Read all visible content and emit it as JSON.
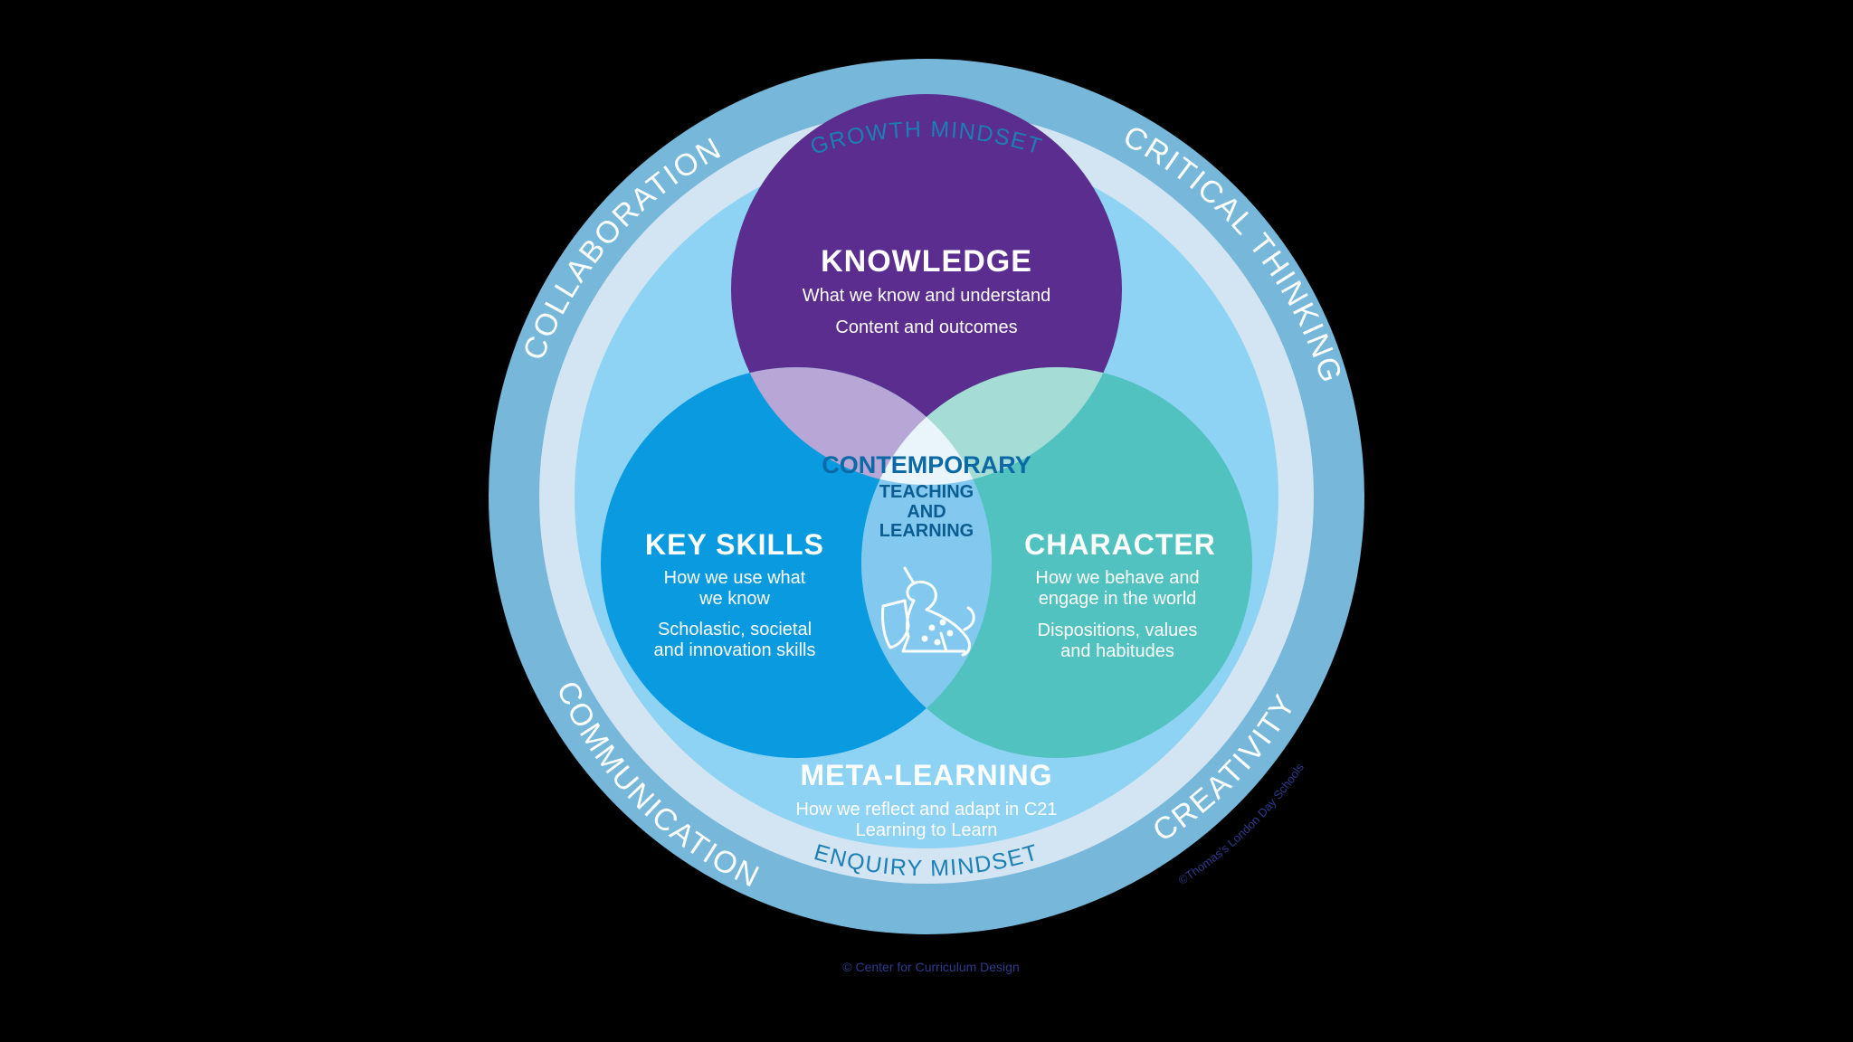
{
  "colors": {
    "background": "#000000",
    "outer_ring": "#77b7da",
    "middle_ring": "#d3e4f2",
    "inner_disc": "#8fd3f4",
    "knowledge": "#5b2d8e",
    "key_skills": "#0a9ae0",
    "character": "#52c2c0",
    "knowledge_skills_overlap": "#b7a6d6",
    "knowledge_character_overlap": "#a6dcd6",
    "skills_character_overlap": "#83c9ef",
    "triple_overlap": "#e9f4fb",
    "ring_text": "#ffffff",
    "mindset_text": "#1a7fb5"
  },
  "outer_ring": {
    "collaboration": "COLLABORATION",
    "critical_thinking": "CRITICAL THINKING",
    "communication": "COMMUNICATION",
    "creativity": "CREATIVITY"
  },
  "mindsets": {
    "growth": "GROWTH MINDSET",
    "enquiry": "ENQUIRY MINDSET"
  },
  "knowledge": {
    "title": "KNOWLEDGE",
    "line1": "What we know and understand",
    "line2": "Content and outcomes"
  },
  "key_skills": {
    "title": "KEY SKILLS",
    "line1": "How we use what",
    "line2": "we know",
    "line3": "Scholastic, societal",
    "line4": "and innovation skills"
  },
  "character": {
    "title": "CHARACTER",
    "line1": "How we behave and",
    "line2": "engage in the world",
    "line3": "Dispositions, values",
    "line4": "and habitudes"
  },
  "center": {
    "title": "CONTEMPORARY",
    "line1": "TEACHING",
    "line2": "AND",
    "line3": "LEARNING",
    "logo_icon": "unicorn-crest-icon"
  },
  "meta_learning": {
    "title": "META-LEARNING",
    "line1": "How we reflect and adapt in C21",
    "line2": "Learning to Learn"
  },
  "copyright": {
    "side": "©Thomas's London Day Schools",
    "bottom": "© Center for Curriculum Design"
  }
}
